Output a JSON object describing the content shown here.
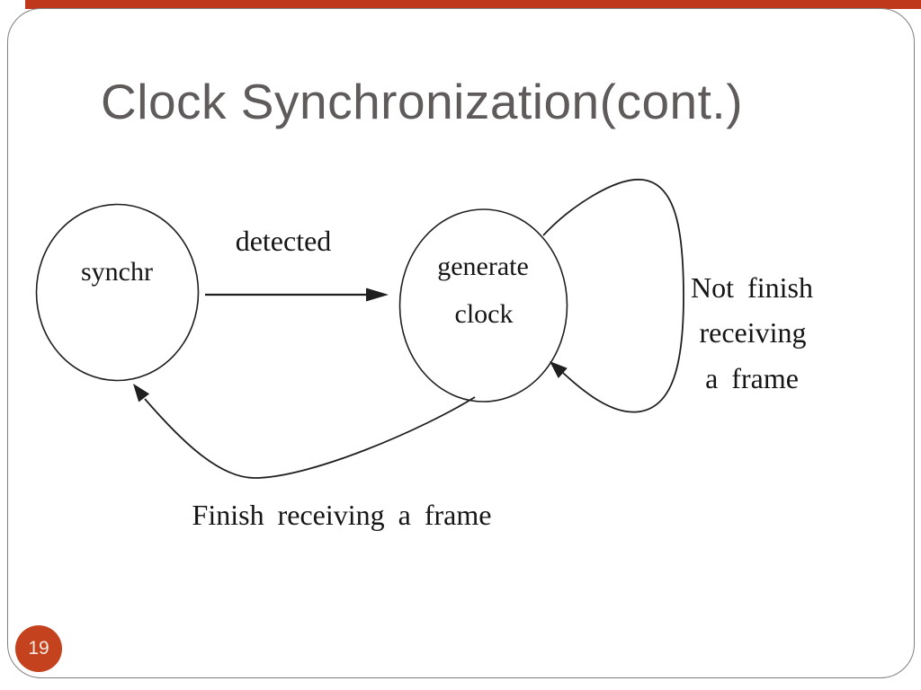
{
  "slide": {
    "title": "Clock Synchronization(cont.)",
    "page_number": "19",
    "title_color": "#5f5b5b",
    "top_bar_color": "#c0381c",
    "accent_color": "#c5421f",
    "frame_border_color": "#7f7f7f",
    "diagram_line_color": "#1f1f1f"
  },
  "diagram": {
    "type": "state-diagram",
    "state_synchr": {
      "label": "synchr"
    },
    "state_generate": {
      "label_line1": "generate",
      "label_line2": "clock"
    },
    "transition_detected": {
      "label": "detected",
      "from": "synchr",
      "to": "generate clock"
    },
    "transition_not_finish": {
      "lines": [
        "Not finish",
        "receiving",
        "a frame"
      ],
      "from": "generate clock",
      "to": "generate clock"
    },
    "transition_finish": {
      "label": "Finish receiving a frame",
      "from": "generate clock",
      "to": "synchr"
    }
  }
}
